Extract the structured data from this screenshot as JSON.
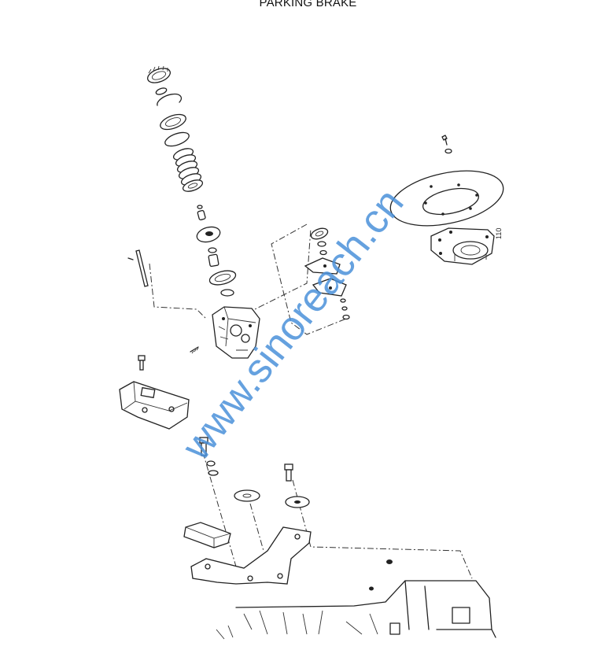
{
  "title": "PARKING BRAKE",
  "reference_number": "110",
  "watermark": "www.sinoreach.cn"
}
